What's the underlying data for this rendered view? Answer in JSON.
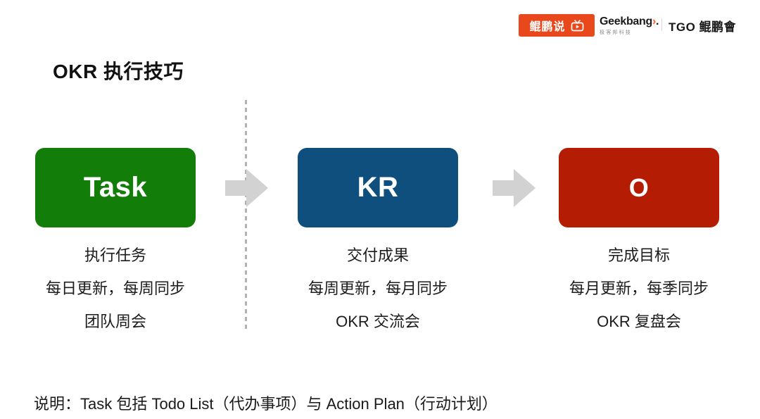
{
  "header": {
    "badge": {
      "label": "鲲鹏说",
      "bg_color": "#e8481c",
      "icon": "tv-play-icon"
    },
    "geekbang": {
      "name_bold": "Geek",
      "name_rest": "bang",
      "arrow_glyph": "›",
      "dot": ".",
      "subtitle": "极客邦科技",
      "accent_color": "#ff5b22"
    },
    "separator": "|",
    "tgo_label": "TGO 鲲鹏會"
  },
  "title": "OKR 执行技巧",
  "columns": [
    {
      "key": "task",
      "box_label": "Task",
      "box_color": "#127d08",
      "lines": [
        "执行任务",
        "每日更新，每周同步",
        "团队周会"
      ]
    },
    {
      "key": "kr",
      "box_label": "KR",
      "box_color": "#0f4f7d",
      "lines": [
        "交付成果",
        "每周更新，每月同步",
        "OKR 交流会"
      ]
    },
    {
      "key": "o",
      "box_label": "O",
      "box_color": "#b51c04",
      "lines": [
        "完成目标",
        "每月更新，每季同步",
        "OKR 复盘会"
      ]
    }
  ],
  "arrows": {
    "color": "#d2d2d2",
    "count": 2
  },
  "divider": {
    "style": "dashed-vertical",
    "color": "#b2b2b2"
  },
  "note": "说明：Task 包括 Todo List（代办事项）与 Action Plan（行动计划）"
}
